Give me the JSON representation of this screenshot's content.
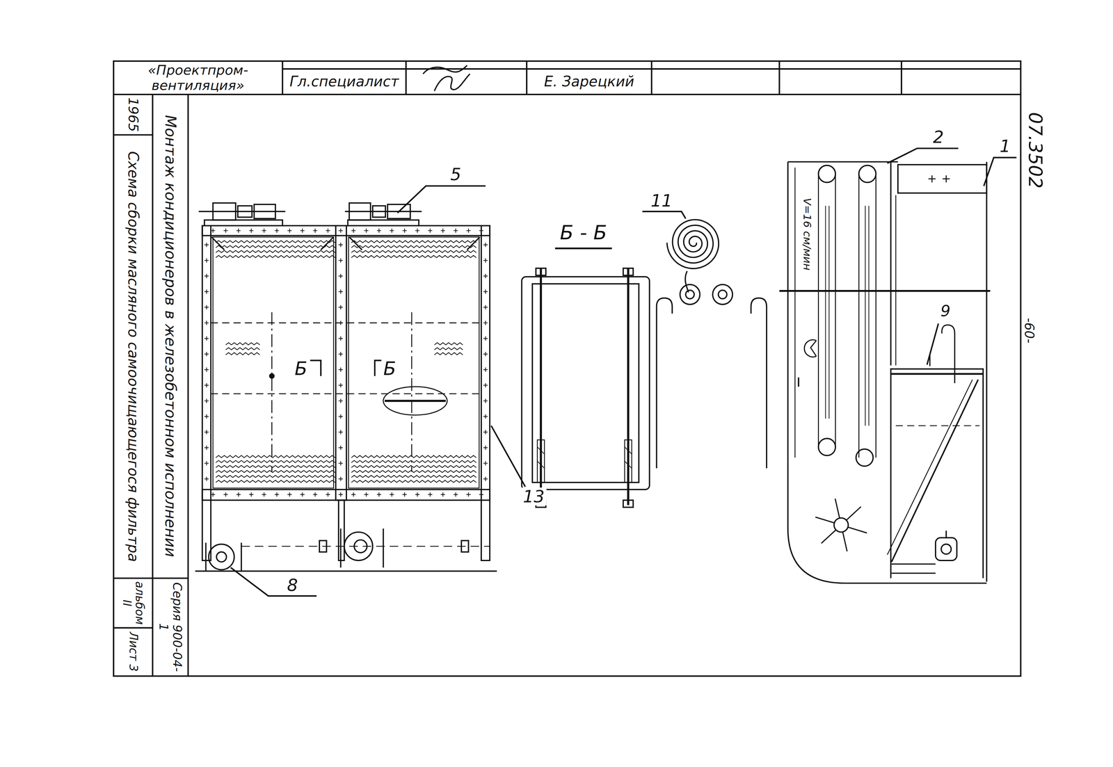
{
  "diagram": {
    "nodes": [
      {
        "text": [
          "«Проектпром- вентиляция»"
        ]
      },
      {
        "text": [
          "Гл.специалист"
        ]
      },
      {
        "text": [
          "Е. Зарецкий"
        ]
      },
      {
        "text": [
          "1965"
        ]
      },
      {
        "text": [
          "Монтаж кондиционеров в железобетонном исполнении"
        ]
      },
      {
        "text": [
          "Схема сборки масляного самоочищающегося фильтра"
        ]
      },
      {
        "text": [
          "Серия 900-04-1"
        ]
      },
      {
        "text": [
          "альбом II"
        ]
      },
      {
        "text": [
          "Лист 3"
        ]
      }
    ],
    "labels": [
      "5",
      "8",
      "13",
      "Б - Б",
      "Б",
      "Б",
      "11",
      "2",
      "1",
      "9",
      "V=16 см/мин",
      "07.3502",
      "-60-"
    ]
  }
}
